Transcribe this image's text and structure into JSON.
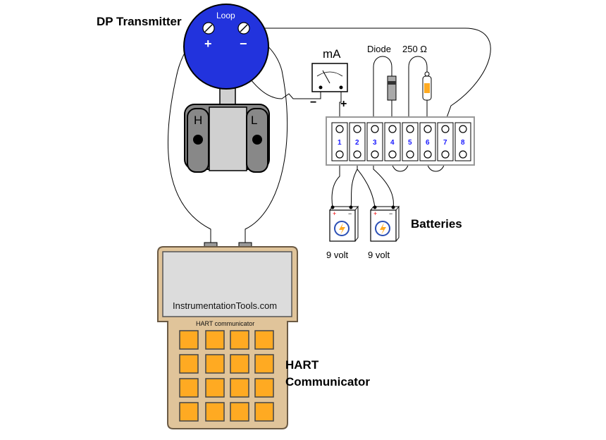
{
  "labels": {
    "dp_transmitter": "DP Transmitter",
    "loop": "Loop",
    "plus": "+",
    "minus": "−",
    "high": "H",
    "low": "L",
    "ma": "mA",
    "diode": "Diode",
    "resistor": "250 Ω",
    "batteries": "Batteries",
    "battery_voltage_1": "9 volt",
    "battery_voltage_2": "9 volt",
    "hart_line1": "HART",
    "hart_line2": "Communicator",
    "communicator_screen_text": "InstrumentationTools.com",
    "communicator_label": "HART communicator"
  },
  "terminal_block": {
    "terminals": [
      "1",
      "2",
      "3",
      "4",
      "5",
      "6",
      "7",
      "8"
    ]
  },
  "colors": {
    "transmitter_blue": "#2233dd",
    "keypad_orange": "#ffaa22",
    "communicator_tan": "#e0c49a",
    "body_gray": "#d0d0d0"
  }
}
